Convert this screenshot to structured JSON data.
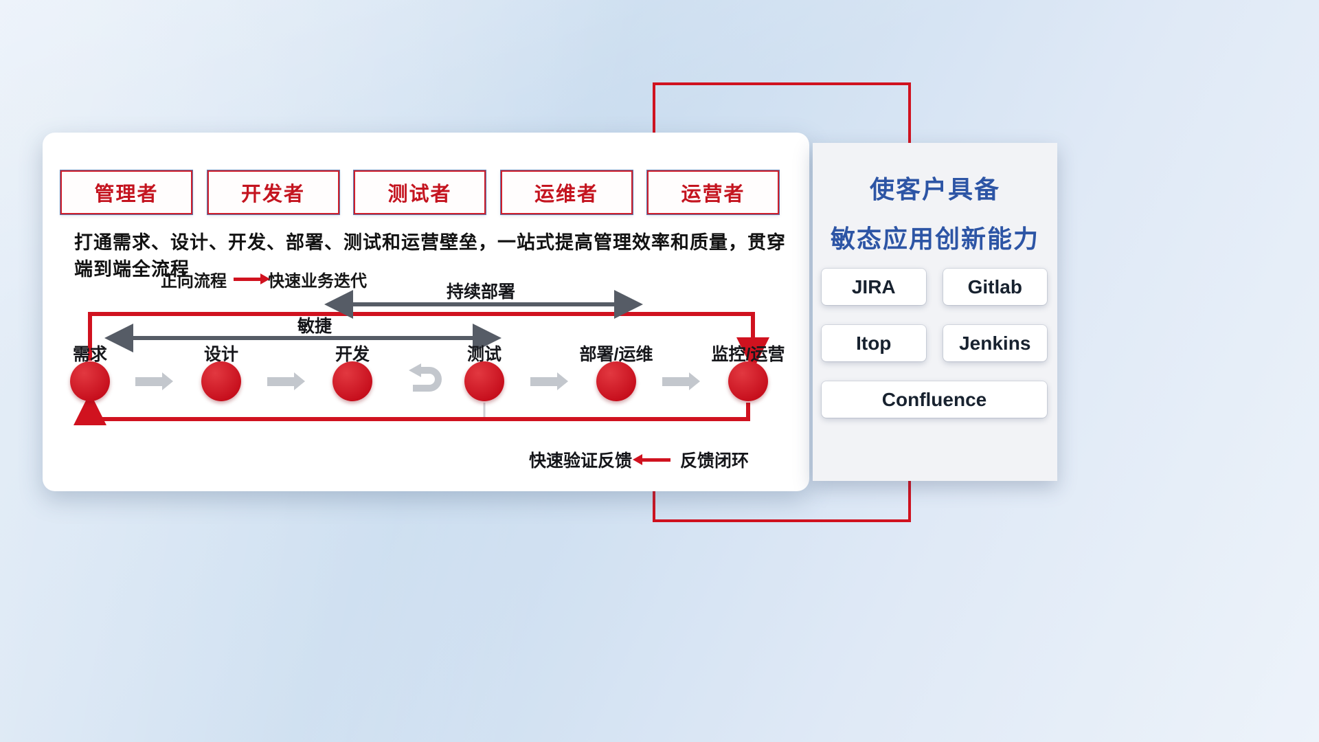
{
  "colors": {
    "accent_red": "#d0121f",
    "title_blue": "#2d55a5",
    "flow_gray": "#c3c7cd",
    "dark_arrow": "#565c66"
  },
  "card": {
    "roles": [
      "管理者",
      "开发者",
      "测试者",
      "运维者",
      "运营者"
    ],
    "description": "打通需求、设计、开发、部署、测试和运营壁垒，一站式提高管理效率和质量，贯穿端到端全流程",
    "legend_forward": {
      "label": "正向流程",
      "value": "快速业务迭代"
    },
    "arrows": {
      "continuous_deploy": "持续部署",
      "agile": "敏捷"
    },
    "stages": [
      "需求",
      "设计",
      "开发",
      "测试",
      "部署/运维",
      "监控/运营"
    ],
    "legend_feedback": {
      "label": "快速验证反馈",
      "value": "反馈闭环"
    }
  },
  "panel": {
    "title_line1": "使客户具备",
    "title_line2": "敏态应用创新能力",
    "tools": [
      "JIRA",
      "Gitlab",
      "Itop",
      "Jenkins",
      "Confluence"
    ]
  }
}
